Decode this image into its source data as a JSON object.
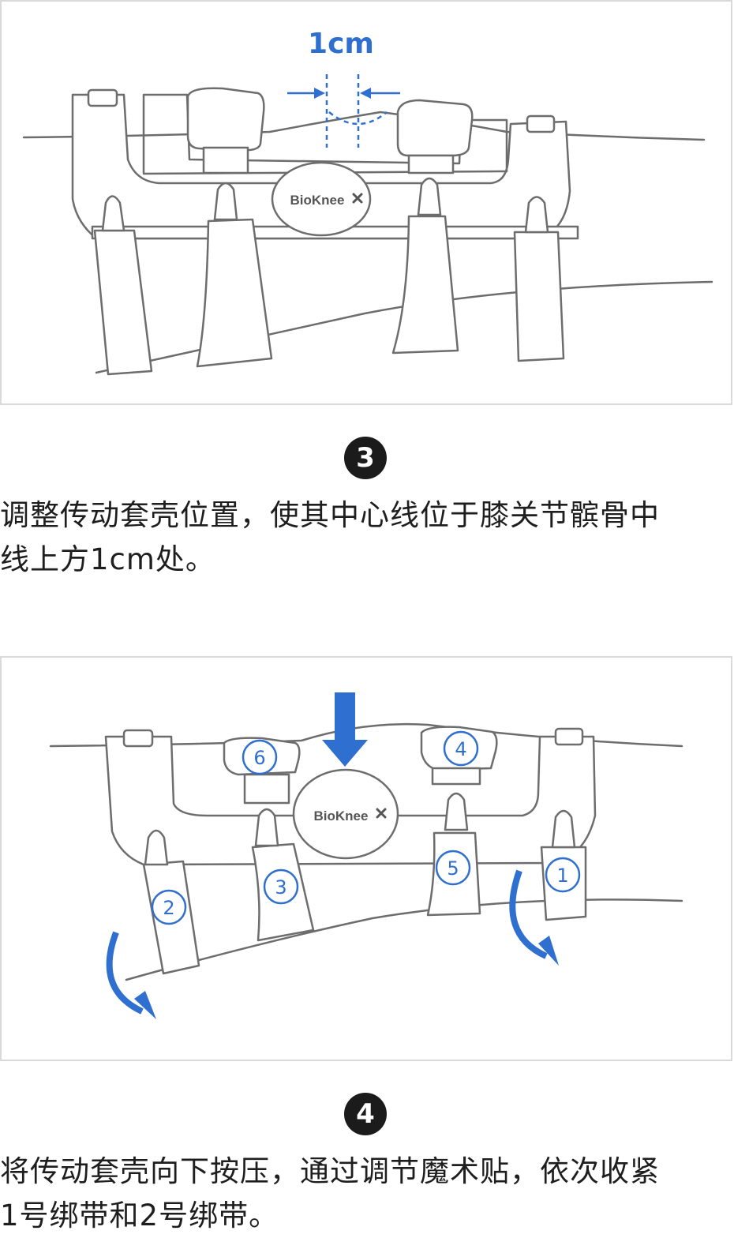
{
  "step3": {
    "number": "3",
    "measure_label": "1cm",
    "logo": "BioKnee",
    "caption_line1": "调整传动套壳位置，使其中心线位于膝关节髌骨中",
    "caption_line2": "线上方1cm处。"
  },
  "step4": {
    "number": "4",
    "logo": "BioKnee",
    "strap_labels": [
      "1",
      "2",
      "3",
      "4",
      "5",
      "6"
    ],
    "caption_line1": "将传动套壳向下按压，通过调节魔术贴，依次收紧",
    "caption_line2": "1号绑带和2号绑带。"
  },
  "colors": {
    "accent": "#2f6fd0",
    "badge": "#1b1b1b",
    "outline": "#6d6d6d"
  }
}
